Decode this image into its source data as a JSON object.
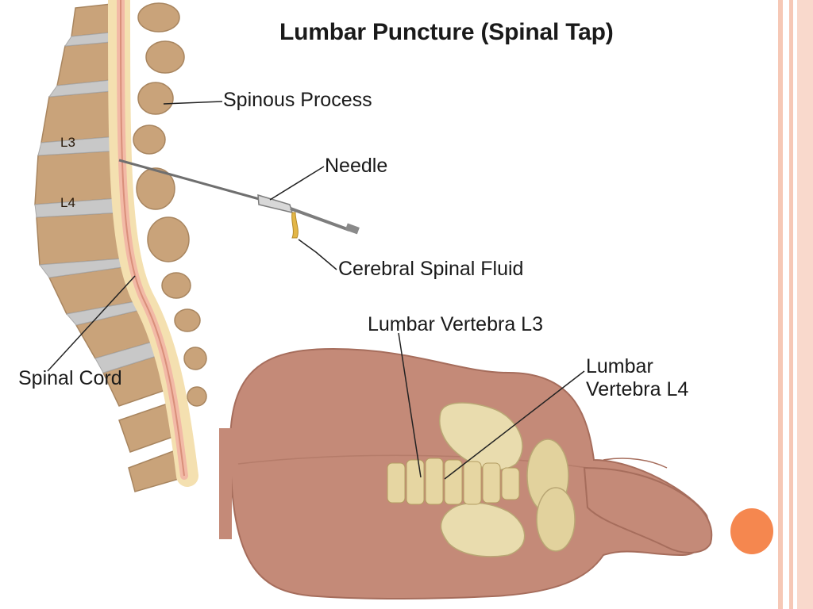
{
  "slide": {
    "title": "Lumbar Puncture (Spinal Tap)",
    "labels": {
      "spinous_process": "Spinous Process",
      "needle": "Needle",
      "cerebral_spinal_fluid": "Cerebral Spinal Fluid",
      "spinal_cord": "Spinal Cord",
      "lumbar_vertebra_l3": "Lumbar Vertebra L3",
      "lumbar_vertebra_l4_line1": "Lumbar",
      "lumbar_vertebra_l4_line2": "Vertebra L4"
    },
    "vertebra_labels": {
      "l3": "L3",
      "l4": "L4"
    }
  },
  "colors": {
    "border_stripe": "#f6c8b6",
    "bullet": "#f5874f",
    "skin": "#c48a78",
    "bone": "#e9dcae",
    "vertebra": "#c9a37a",
    "disc": "#c8c8c8",
    "cord": "#f2b9a6"
  }
}
